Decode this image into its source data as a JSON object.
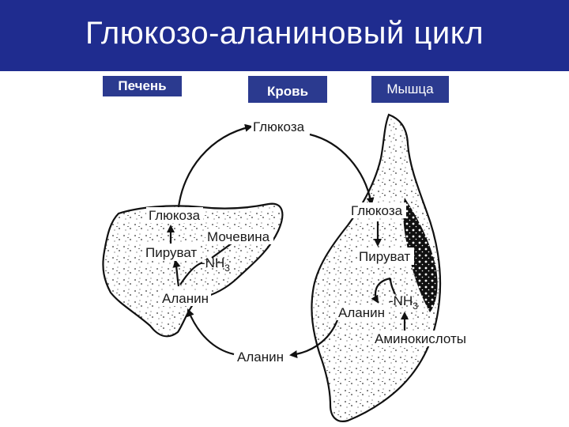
{
  "title": "Глюкозо-аланиновый цикл",
  "headers": {
    "liver": "Печень",
    "blood": "Кровь",
    "muscle": "Мышца"
  },
  "labels": {
    "blood_glucose": "Глюкоза",
    "liver_glucose": "Глюкоза",
    "urea": "Мочевина",
    "liver_pyruvate": "Пируват",
    "liver_nh3": "-NH",
    "liver_nh3_sub": "3",
    "liver_alanine": "Аланин",
    "muscle_glucose": "Глюкоза",
    "muscle_pyruvate": "Пируват",
    "muscle_alanine": "Аланин",
    "muscle_nh3": "-NH",
    "muscle_nh3_sub": "3",
    "amino_acids": "Аминокислоты",
    "blood_alanine": "Аланин"
  },
  "colors": {
    "title_bar": "#1f2c8f",
    "header_tag": "#2b3a8f"
  }
}
